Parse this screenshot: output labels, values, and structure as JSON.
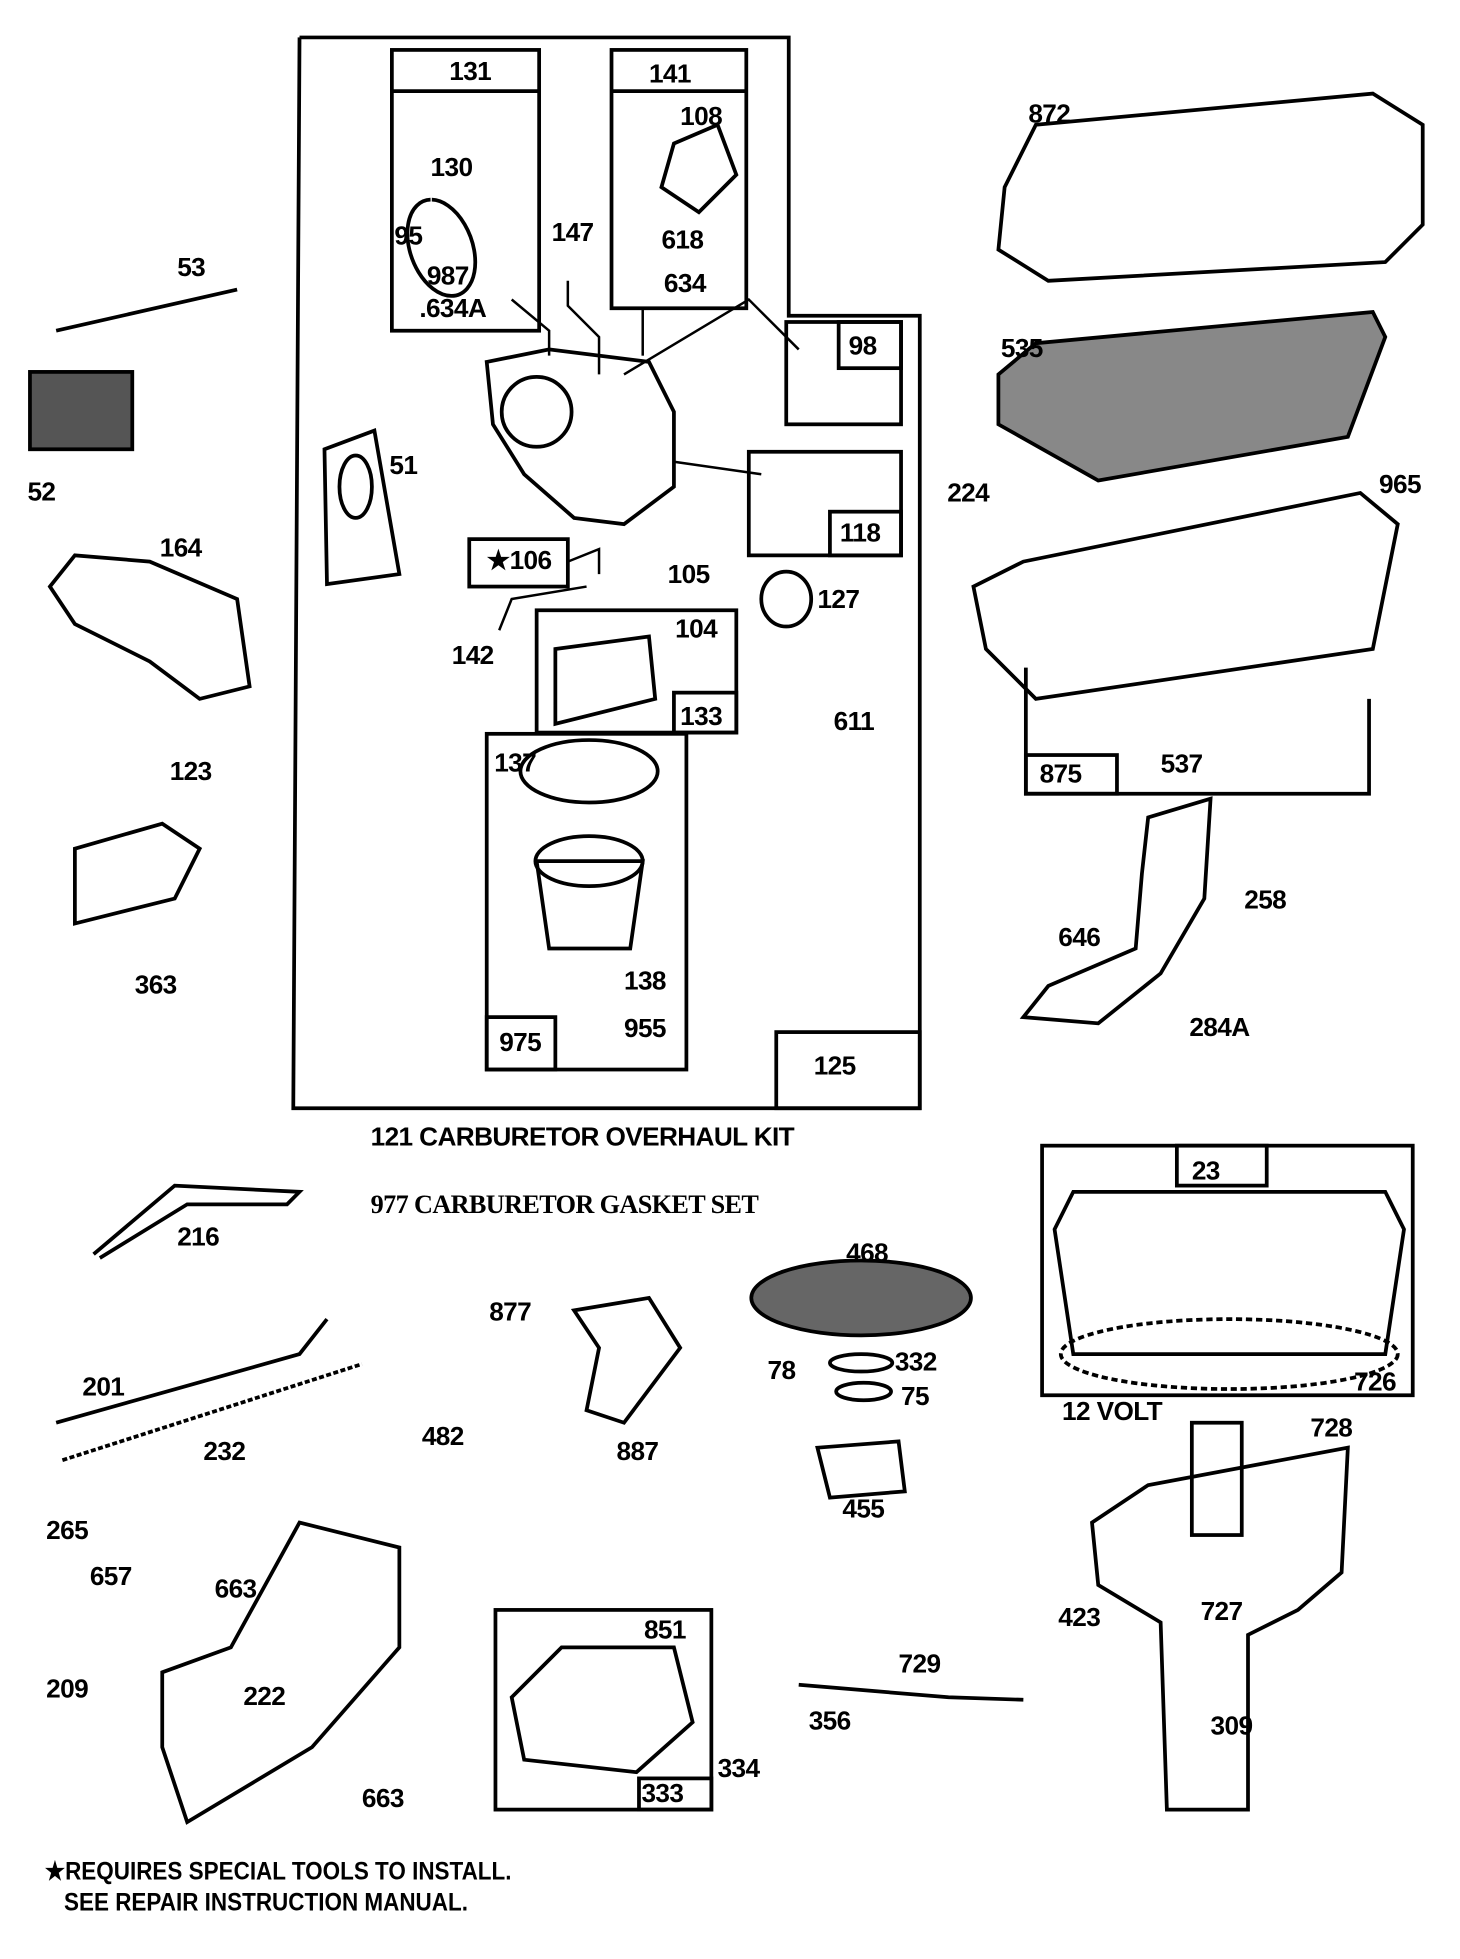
{
  "kits": {
    "overhaul": "121 CARBURETOR OVERHAUL KIT",
    "gasket": "977 CARBURETOR GASKET SET"
  },
  "voltage_label": "12 VOLT",
  "footnote": {
    "line1": "★REQUIRES SPECIAL TOOLS TO INSTALL.",
    "line2": "SEE REPAIR INSTRUCTION MANUAL."
  },
  "part_numbers": {
    "p53": "53",
    "p52": "52",
    "p164": "164",
    "p123": "123",
    "p363": "363",
    "p51": "51",
    "p131": "131",
    "p130": "130",
    "p95": "95",
    "p987": "987",
    "p634a": ".634A",
    "p141": "141",
    "p108": "108",
    "p618": "618",
    "p634": "634",
    "p147": "147",
    "p98": "98",
    "p118": "118",
    "p106": "★106",
    "p105": "105",
    "p104": "104",
    "p133": "133",
    "p142": "142",
    "p127": "127",
    "p611": "611",
    "p137": "137",
    "p138": "138",
    "p955": "955",
    "p975": "975",
    "p125": "125",
    "p872": "872",
    "p535": "535",
    "p965": "965",
    "p224": "224",
    "p875": "875",
    "p537": "537",
    "p258": "258",
    "p646": "646",
    "p284a": "284A",
    "p216": "216",
    "p201": "201",
    "p232": "232",
    "p877": "877",
    "p887": "887",
    "p468": "468",
    "p78": "78",
    "p332": "332",
    "p75": "75",
    "p455": "455",
    "p482": "482",
    "p23": "23",
    "p726": "726",
    "p728": "728",
    "p423": "423",
    "p727": "727",
    "p309": "309",
    "p265": "265",
    "p657": "657",
    "p663a": "663",
    "p209": "209",
    "p222": "222",
    "p663b": "663",
    "p851": "851",
    "p333": "333",
    "p334": "334",
    "p729": "729",
    "p356": "356"
  }
}
